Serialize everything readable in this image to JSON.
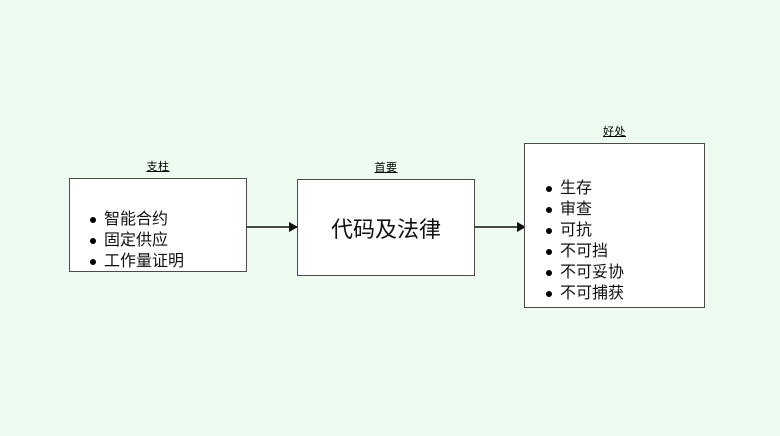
{
  "diagram": {
    "background_color": "#edfbf1",
    "node_fill": "#ffffff",
    "border_color": "#4b4b4b",
    "nodes": [
      {
        "id": "pillars",
        "caption": "支柱",
        "type": "bullet-list",
        "items": [
          "智能合约",
          "固定供应",
          "工作量证明"
        ]
      },
      {
        "id": "primary",
        "caption": "首要",
        "type": "single-text",
        "text": "代码及法律"
      },
      {
        "id": "benefits",
        "caption": "好处",
        "type": "bullet-list",
        "items": [
          "生存",
          "审查",
          "可抗",
          "不可挡",
          "不可妥协",
          "不可捕获"
        ]
      }
    ],
    "connectors": [
      {
        "id": "pillars-to-primary",
        "from": "pillars",
        "to": "primary"
      },
      {
        "id": "primary-to-benefits",
        "from": "primary",
        "to": "benefits"
      }
    ]
  }
}
